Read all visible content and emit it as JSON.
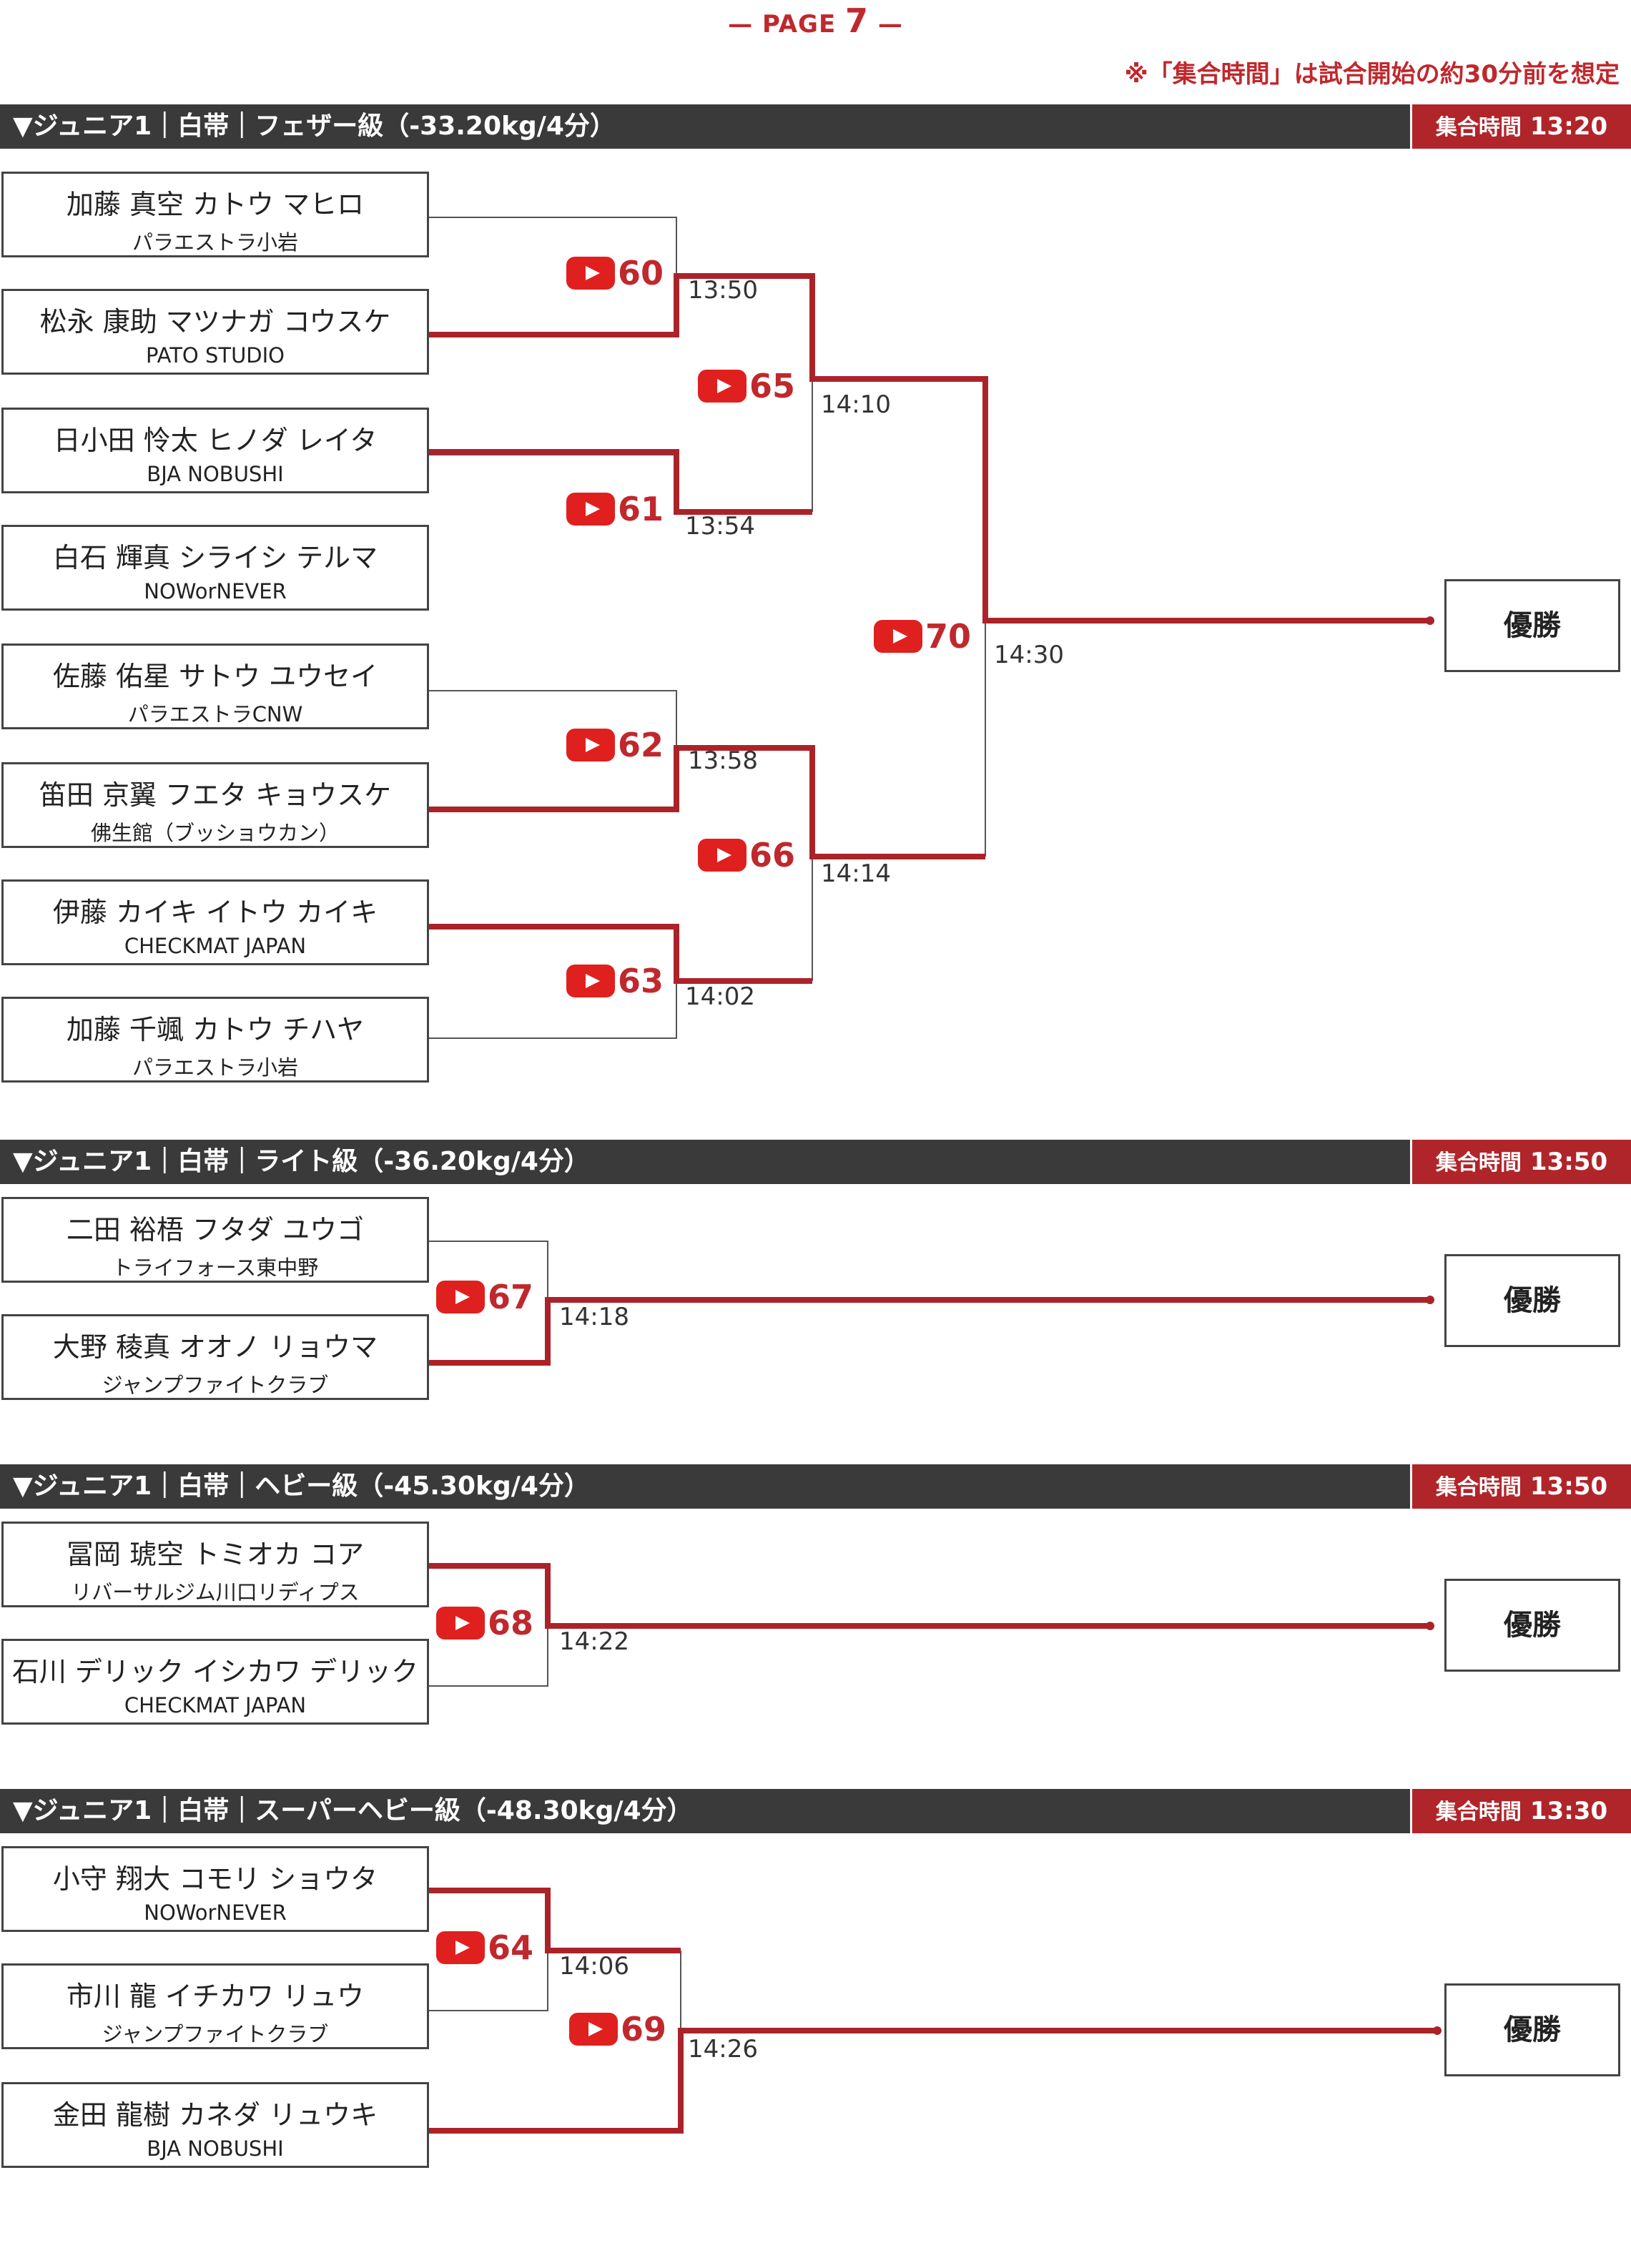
{
  "page": {
    "title_prefix": "— PAGE ",
    "title_number": "7",
    "title_suffix": " —"
  },
  "note": "※「集合時間」は試合開始の約30分前を想定",
  "sections": [
    {
      "title": "▼ジュニア1｜白帯｜フェザー級（-33.20kg/4分）",
      "assembly_label": "集合時間",
      "assembly_time": "13:20",
      "players": [
        {
          "name": "加藤 真空 カトウ マヒロ",
          "team": "パラエストラ小岩"
        },
        {
          "name": "松永 康助 マツナガ コウスケ",
          "team": "PATO STUDIO"
        },
        {
          "name": "日小田 怜太 ヒノダ レイタ",
          "team": "BJA NOBUSHI"
        },
        {
          "name": "白石 輝真 シライシ テルマ",
          "team": "NOWorNEVER"
        },
        {
          "name": "佐藤 佑星 サトウ ユウセイ",
          "team": "パラエストラCNW"
        },
        {
          "name": "笛田 京翼 フエタ キョウスケ",
          "team": "佛生館（ブッショウカン）"
        },
        {
          "name": "伊藤 カイキ イトウ カイキ",
          "team": "CHECKMAT JAPAN"
        },
        {
          "name": "加藤 千颯 カトウ チハヤ",
          "team": "パラエストラ小岩"
        }
      ],
      "matches": [
        {
          "number": "60",
          "time": "13:50"
        },
        {
          "number": "61",
          "time": "13:54"
        },
        {
          "number": "62",
          "time": "13:58"
        },
        {
          "number": "63",
          "time": "14:02"
        },
        {
          "number": "65",
          "time": "14:10"
        },
        {
          "number": "66",
          "time": "14:14"
        },
        {
          "number": "70",
          "time": "14:30"
        }
      ],
      "champion_label": "優勝"
    },
    {
      "title": "▼ジュニア1｜白帯｜ライト級（-36.20kg/4分）",
      "assembly_label": "集合時間",
      "assembly_time": "13:50",
      "players": [
        {
          "name": "二田 裕梧 フタダ ユウゴ",
          "team": "トライフォース東中野"
        },
        {
          "name": "大野 稜真 オオノ リョウマ",
          "team": "ジャンプファイトクラブ"
        }
      ],
      "matches": [
        {
          "number": "67",
          "time": "14:18"
        }
      ],
      "champion_label": "優勝"
    },
    {
      "title": "▼ジュニア1｜白帯｜ヘビー級（-45.30kg/4分）",
      "assembly_label": "集合時間",
      "assembly_time": "13:50",
      "players": [
        {
          "name": "冨岡 琥空 トミオカ コア",
          "team": "リバーサルジム川口リディプス"
        },
        {
          "name": "石川 デリック イシカワ デリック",
          "team": "CHECKMAT JAPAN"
        }
      ],
      "matches": [
        {
          "number": "68",
          "time": "14:22"
        }
      ],
      "champion_label": "優勝"
    },
    {
      "title": "▼ジュニア1｜白帯｜スーパーヘビー級（-48.30kg/4分）",
      "assembly_label": "集合時間",
      "assembly_time": "13:30",
      "players": [
        {
          "name": "小守 翔大 コモリ ショウタ",
          "team": "NOWorNEVER"
        },
        {
          "name": "市川 龍 イチカワ リュウ",
          "team": "ジャンプファイトクラブ"
        },
        {
          "name": "金田 龍樹 カネダ リュウキ",
          "team": "BJA NOBUSHI"
        }
      ],
      "matches": [
        {
          "number": "64",
          "time": "14:06"
        },
        {
          "number": "69",
          "time": "14:26"
        }
      ],
      "champion_label": "優勝"
    }
  ],
  "colors": {
    "accent": "#c0282d",
    "header_bg": "#3a3a3a",
    "youtube_red": "#e0201f",
    "line_gray": "#555555"
  }
}
